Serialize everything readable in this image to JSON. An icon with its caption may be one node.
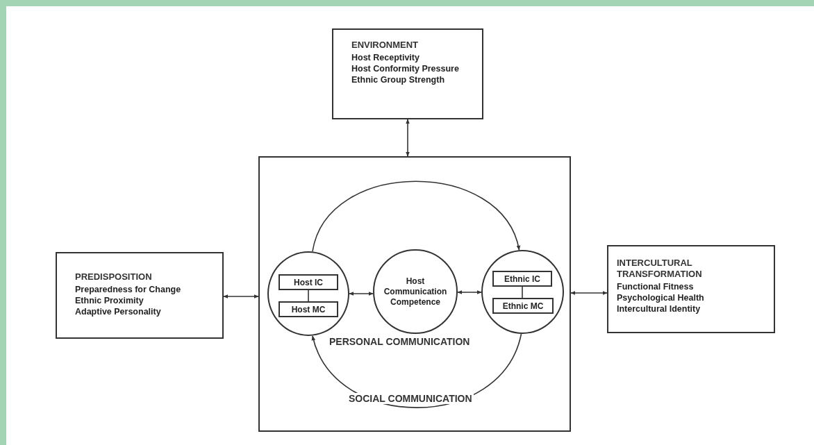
{
  "diagram": {
    "nodes": [
      {
        "text": [
          "ENVIRONMENT",
          "Host Receptivity",
          "Host Conformity Pressure",
          "Ethnic Group Strength"
        ]
      },
      {
        "text": [
          "PREDISPOSITION",
          "Preparedness for Change",
          "Ethnic Proximity",
          "Adaptive Personality"
        ]
      },
      {
        "text": [],
        "shape": "box"
      },
      {
        "text": [
          "INTERCULTURAL TRANSFORMATION",
          "Functional Fitness",
          "Psychological Health",
          "Intercultural Identity"
        ]
      },
      {
        "text": [],
        "shape": "circle",
        "in": 2
      },
      {
        "text": [
          "Host IC"
        ],
        "in": 4
      },
      {
        "text": [
          "Host MC"
        ],
        "in": 4
      },
      {
        "text": [
          "Host Communication Competence"
        ],
        "in": 2
      },
      {
        "text": [],
        "shape": "circle",
        "in": 2
      },
      {
        "text": [
          "Ethnic IC"
        ],
        "in": 8
      },
      {
        "text": [
          "Ethnic MC"
        ],
        "in": 8
      }
    ],
    "edges": [
      {
        "from": 0,
        "to": 2,
        "arrow": "both"
      },
      {
        "from": 1,
        "to": 2,
        "arrow": "both"
      },
      {
        "from": 2,
        "to": 3,
        "arrow": "both"
      },
      {
        "from": 5,
        "to": 6,
        "arrow": "none"
      },
      {
        "from": 9,
        "to": 10,
        "arrow": "none"
      },
      {
        "from": 4,
        "to": 7,
        "arrow": "both"
      },
      {
        "from": 7,
        "to": 8,
        "arrow": "both"
      },
      {
        "from": 4,
        "to": 8,
        "arrow": "to"
      },
      {
        "from": 8,
        "to": 4,
        "arrow": "to",
        "label": "SOCIAL COMMUNICATION"
      }
    ],
    "labels": [
      "PERSONAL COMMUNICATION"
    ]
  }
}
